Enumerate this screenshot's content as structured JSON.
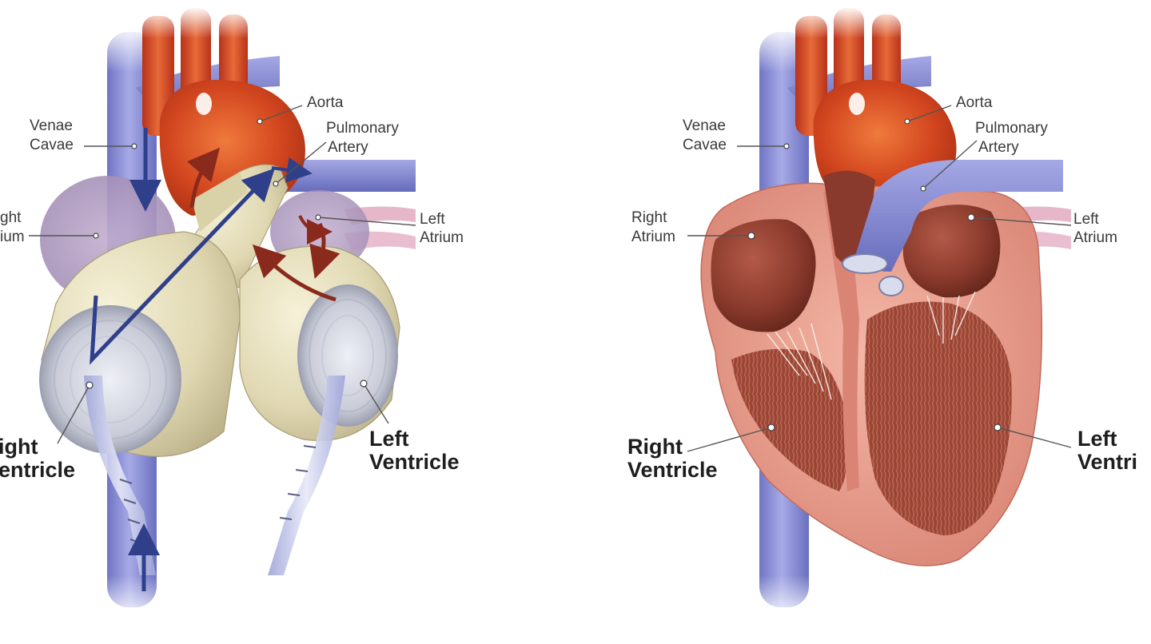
{
  "colors": {
    "vein_blue": "#8c91d6",
    "aorta_red": "#d24a24",
    "myocardium_pink": "#e99c8c",
    "chamber_brown": "#8a3a2c",
    "pump_cream": "#e3dcb8",
    "atrium_lavender": "#c9b7d4",
    "flow_blue_arrow": "#2f3f8a",
    "flow_red_arrow": "#8a2a1c",
    "label_text": "#333333"
  },
  "panels": [
    {
      "name": "heart-with-total-artificial-heart",
      "labels": {
        "aorta": "Aorta",
        "venae_cavae_line1": "Venae",
        "venae_cavae_line2": "Cavae",
        "pulmonary_artery_line1": "Pulmonary",
        "pulmonary_artery_line2": "Artery",
        "right_atrium_line1": "ght",
        "right_atrium_line2": "ium",
        "left_atrium_line1": "Left",
        "left_atrium_line2": "Atrium",
        "right_ventricle_line1": "ight",
        "right_ventricle_line2": "entricle",
        "left_ventricle_line1": "Left",
        "left_ventricle_line2": "Ventricle"
      }
    },
    {
      "name": "natural-heart-cross-section",
      "labels": {
        "aorta": "Aorta",
        "venae_cavae_line1": "Venae",
        "venae_cavae_line2": "Cavae",
        "pulmonary_artery_line1": "Pulmonary",
        "pulmonary_artery_line2": "Artery",
        "right_atrium_line1": "Right",
        "right_atrium_line2": "Atrium",
        "left_atrium_line1": "Left",
        "left_atrium_line2": "Atrium",
        "right_ventricle_line1": "Right",
        "right_ventricle_line2": "Ventricle",
        "left_ventricle_line1": "Left",
        "left_ventricle_line2": "Ventri"
      }
    }
  ]
}
